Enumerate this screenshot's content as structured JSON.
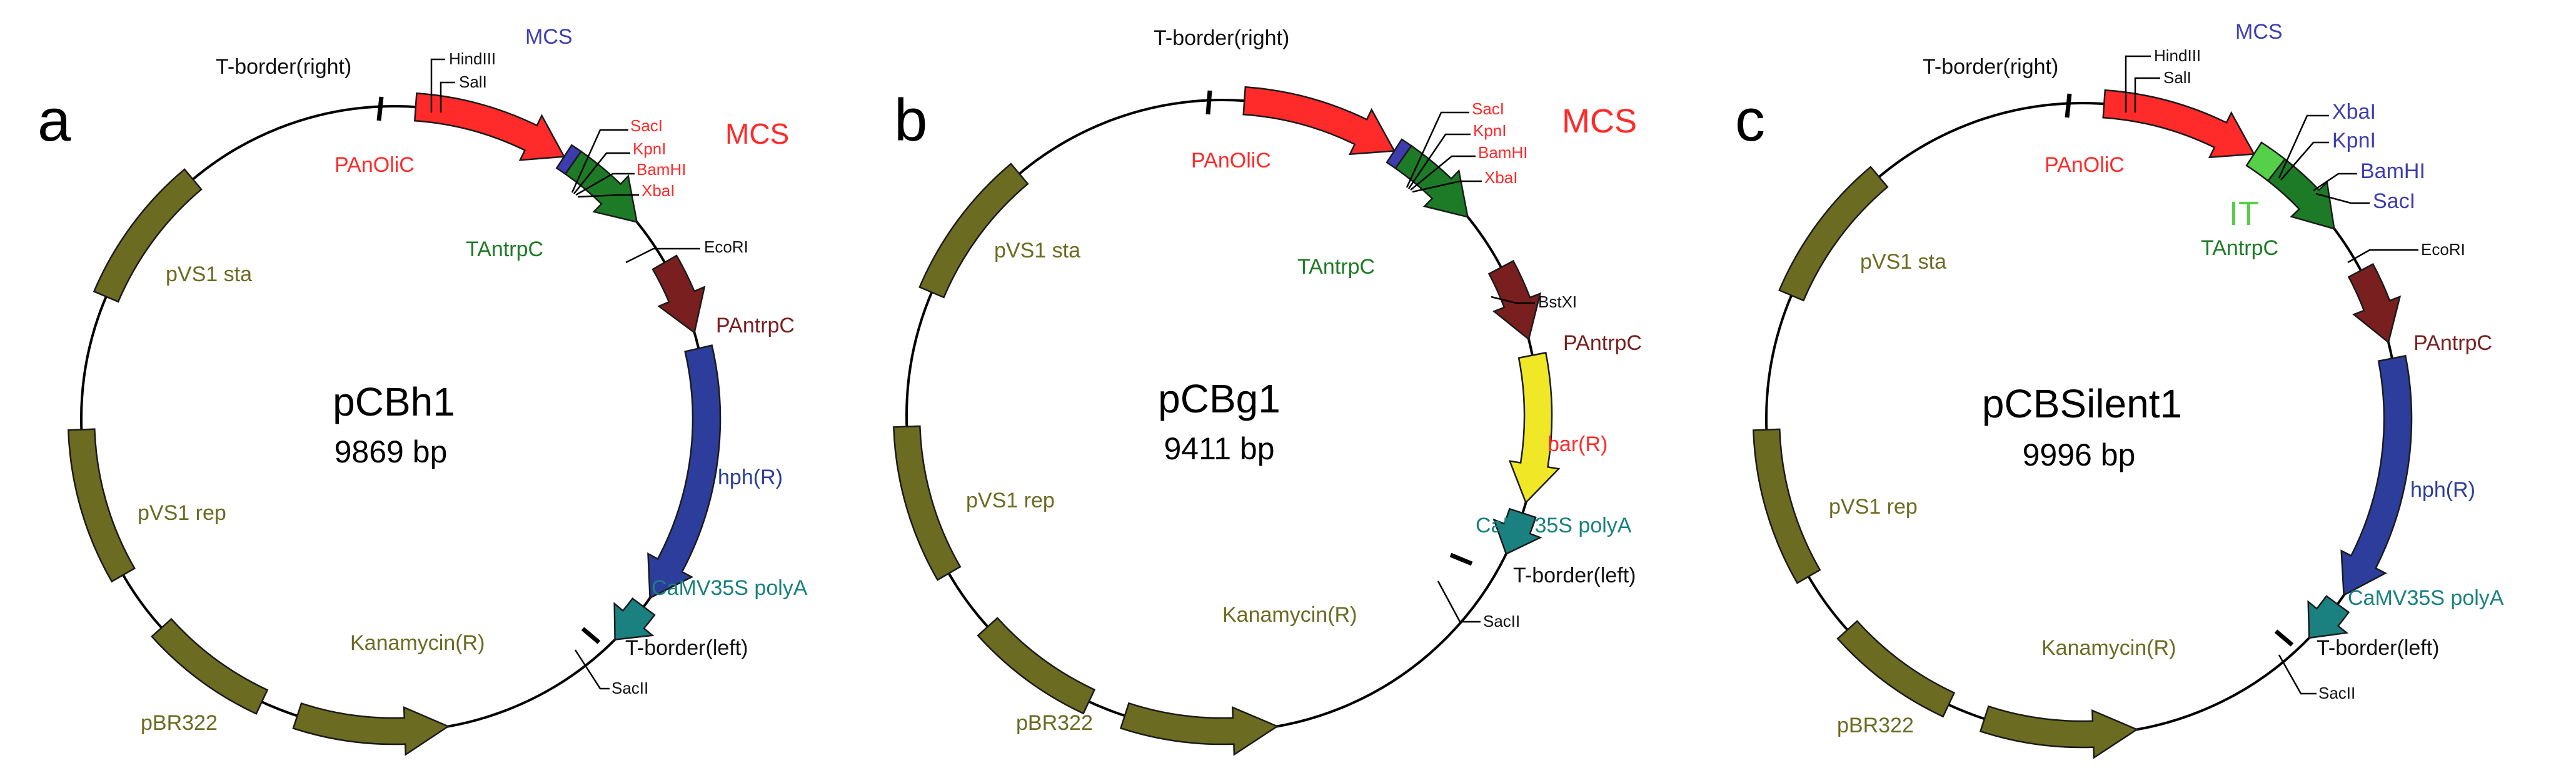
{
  "colors": {
    "olive": "#6b6b22",
    "red": "#ff2a2a",
    "green": "#1d7a26",
    "maroon": "#7a1f1f",
    "blue": "#2c3d9c",
    "teal": "#1a8080",
    "yellow": "#f0e827",
    "lightgreen": "#55d048",
    "mcsblue": "#3d3db0",
    "black": "#111111"
  },
  "panels": [
    {
      "letter": "a",
      "name": "pCBh1",
      "size": "9869 bp",
      "labels": {
        "t_border_right": "T-border(right)",
        "mcs_top": "MCS",
        "hindiii": "HindIII",
        "sali": "SalI",
        "mcs_big": "MCS",
        "saci": "SacI",
        "kpni": "KpnI",
        "bamhi": "BamHI",
        "xbai": "XbaI",
        "panolic": "PAnOliC",
        "tantrpc": "TAntrpC",
        "ecori": "EcoRI",
        "pantrpc": "PAntrpC",
        "marker": "hph(R)",
        "polya": "CaMV35S polyA",
        "t_border_left": "T-border(left)",
        "sacii": "SacII",
        "kanamycin": "Kanamycin(R)",
        "pbr322": "pBR322",
        "pvs1_sta": "pVS1 sta",
        "pvs1_rep": "pVS1 rep"
      }
    },
    {
      "letter": "b",
      "name": "pCBg1",
      "size": "9411 bp",
      "labels": {
        "t_border_right": "T-border(right)",
        "mcs_big": "MCS",
        "saci": "SacI",
        "kpni": "KpnI",
        "bamhi": "BamHI",
        "xbai": "XbaI",
        "panolic": "PAnOliC",
        "tantrpc": "TAntrpC",
        "bstxi": "BstXI",
        "pantrpc": "PAntrpC",
        "marker": "bar(R)",
        "polya": "CaMV35S polyA",
        "t_border_left": "T-border(left)",
        "sacii": "SacII",
        "kanamycin": "Kanamycin(R)",
        "pbr322": "pBR322",
        "pvs1_sta": "pVS1 sta",
        "pvs1_rep": "pVS1 rep"
      }
    },
    {
      "letter": "c",
      "name": "pCBSilent1",
      "size": "9996 bp",
      "labels": {
        "t_border_right": "T-border(right)",
        "mcs_top": "MCS",
        "hindiii": "HindIII",
        "sali": "SalI",
        "xbai": "XbaI",
        "kpni": "KpnI",
        "bamhi": "BamHI",
        "saci": "SacI",
        "it": "IT",
        "panolic": "PAnOliC",
        "tantrpc": "TAntrpC",
        "ecori": "EcoRI",
        "pantrpc": "PAntrpC",
        "marker": "hph(R)",
        "polya": "CaMV35S polyA",
        "t_border_left": "T-border(left)",
        "sacii": "SacII",
        "kanamycin": "Kanamycin(R)",
        "pbr322": "pBR322",
        "pvs1_sta": "pVS1 sta",
        "pvs1_rep": "pVS1 rep"
      }
    }
  ]
}
